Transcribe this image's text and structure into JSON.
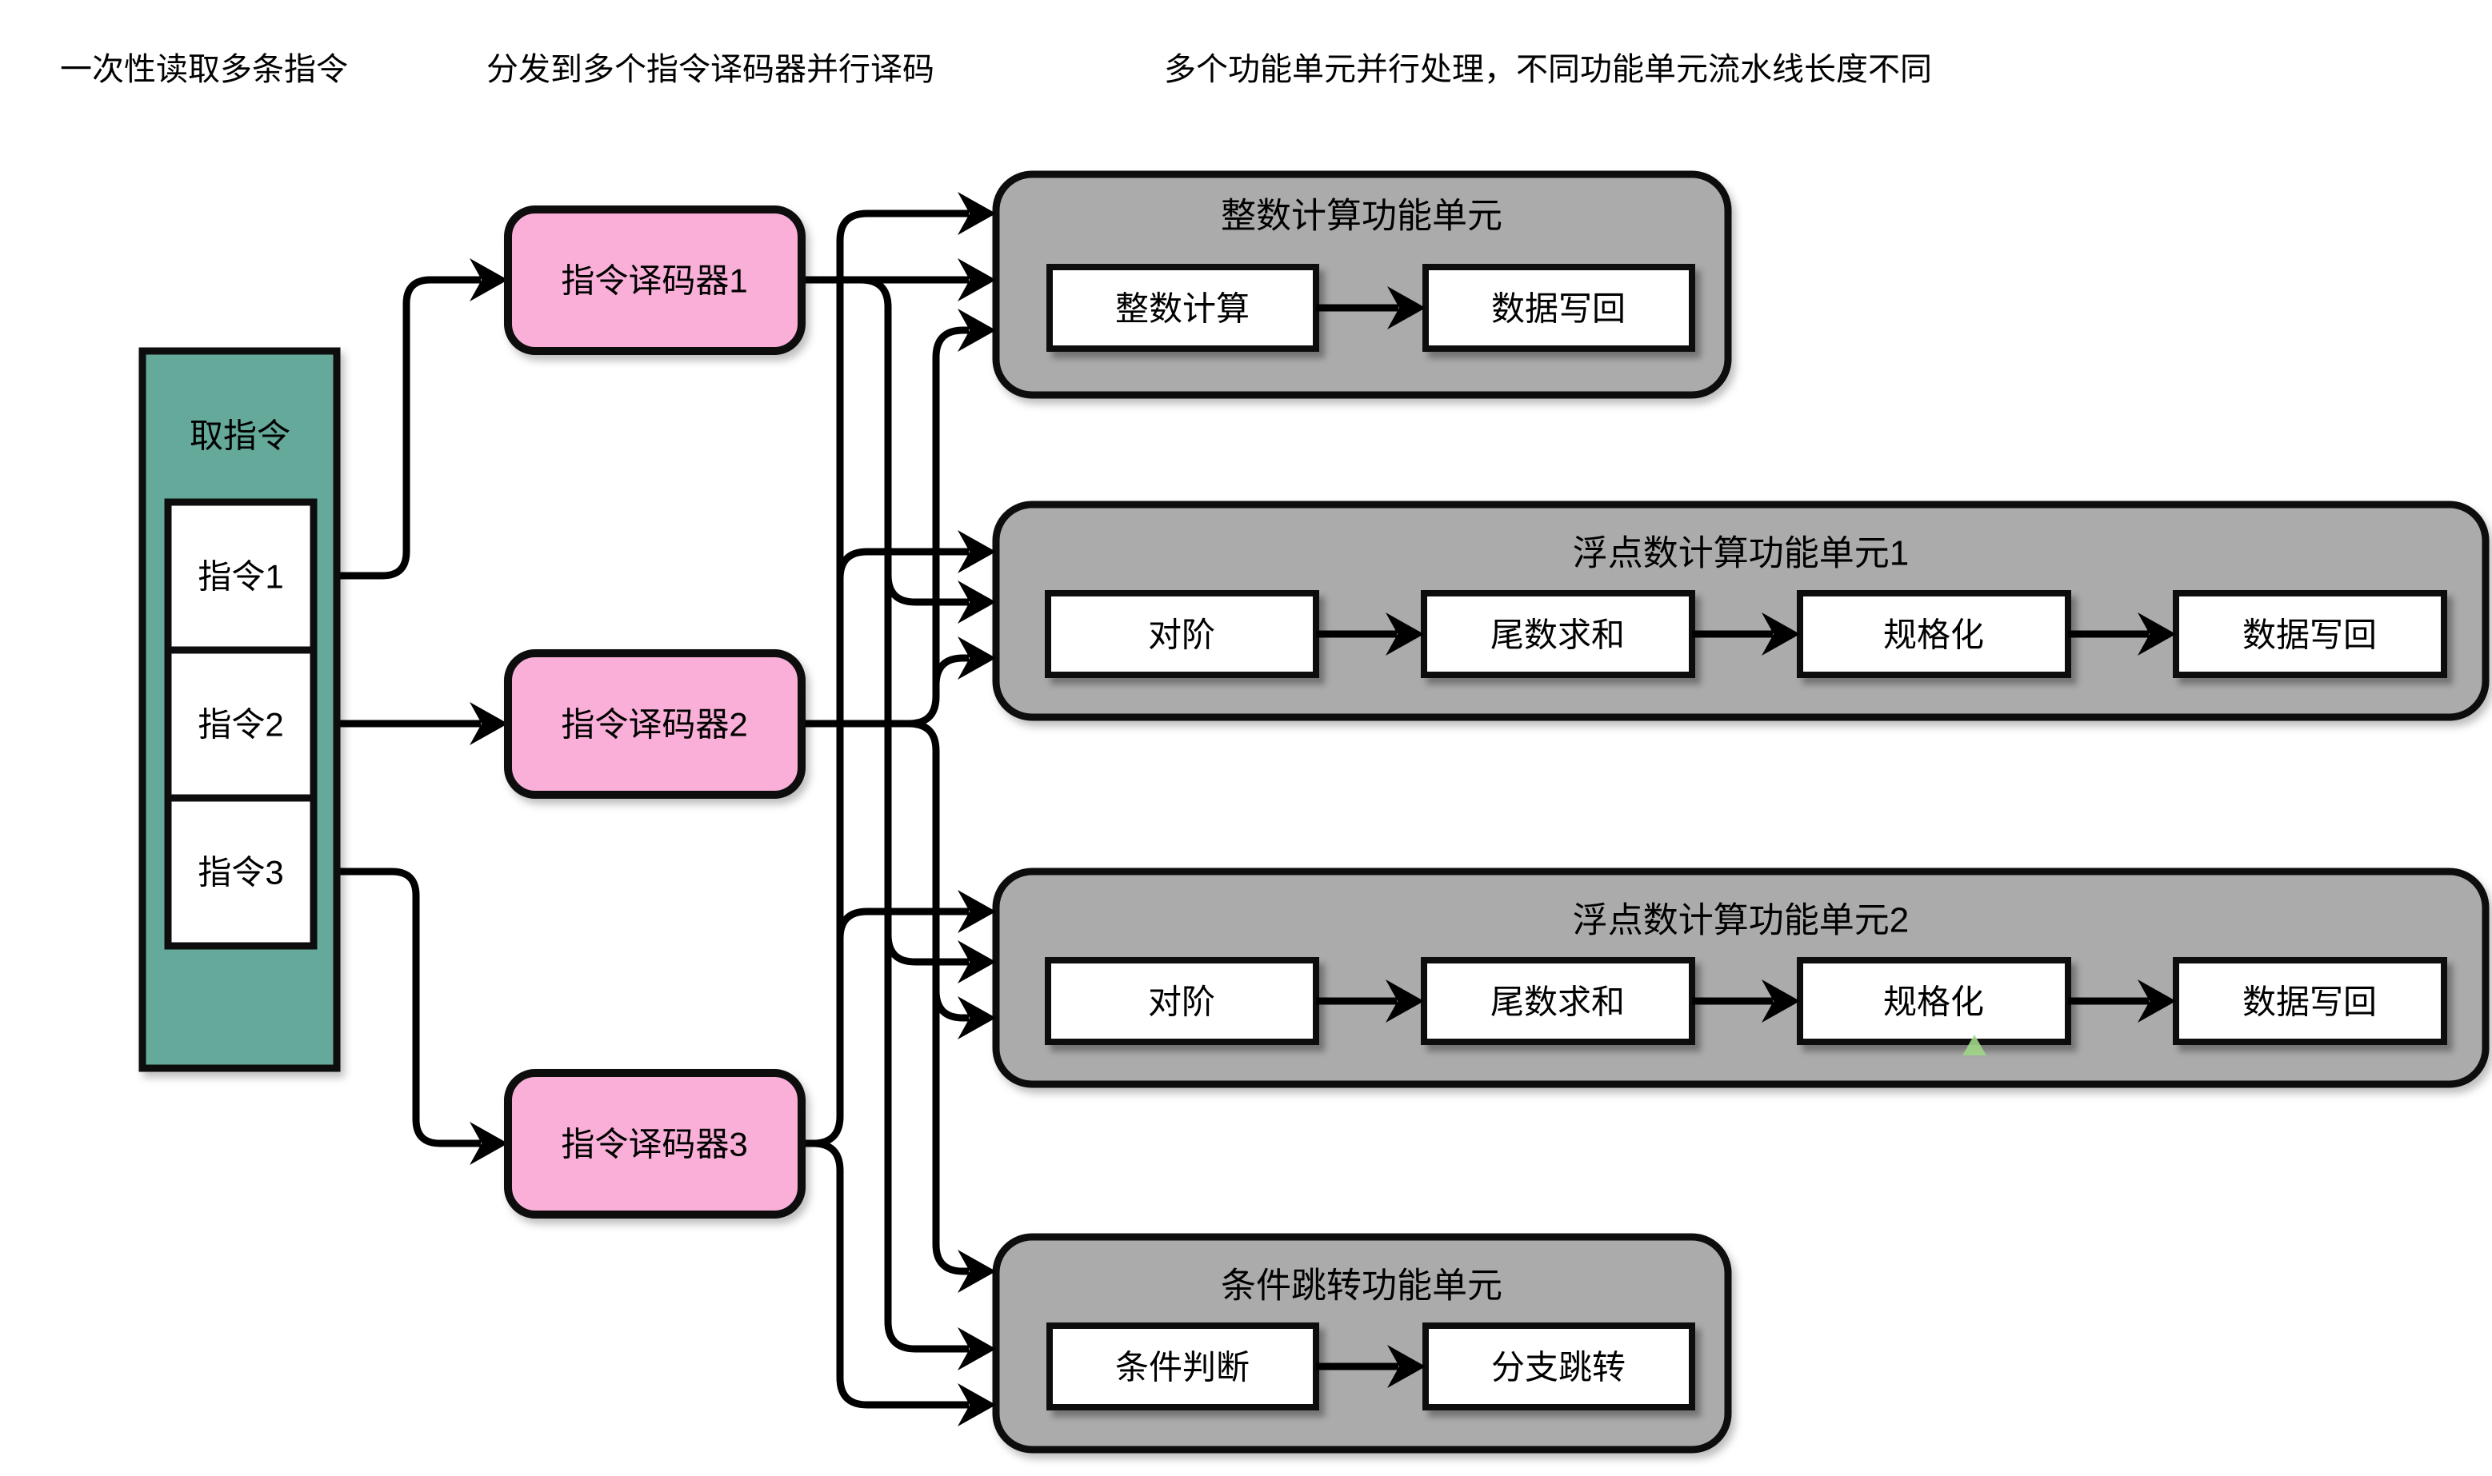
{
  "annotations": {
    "fetch_note": "一次性读取多条指令",
    "decode_note": "分发到多个指令译码器并行译码",
    "execute_note": "多个功能单元并行处理，不同功能单元流水线长度不同"
  },
  "fetch": {
    "title": "取指令",
    "instructions": [
      "指令1",
      "指令2",
      "指令3"
    ]
  },
  "decoders": [
    "指令译码器1",
    "指令译码器2",
    "指令译码器3"
  ],
  "units": [
    {
      "title": "整数计算功能单元",
      "stages": [
        "整数计算",
        "数据写回"
      ]
    },
    {
      "title": "浮点数计算功能单元1",
      "stages": [
        "对阶",
        "尾数求和",
        "规格化",
        "数据写回"
      ]
    },
    {
      "title": "浮点数计算功能单元2",
      "stages": [
        "对阶",
        "尾数求和",
        "规格化",
        "数据写回"
      ]
    },
    {
      "title": "条件跳转功能单元",
      "stages": [
        "条件判断",
        "分支跳转"
      ]
    }
  ],
  "colors": {
    "fetch_fill": "#65A99B",
    "decoder_fill": "#F9AFD7",
    "unit_fill": "#ABABAB",
    "stage_fill": "#FFFFFF",
    "line": "#000000",
    "artifact_green": "#9ED687"
  }
}
